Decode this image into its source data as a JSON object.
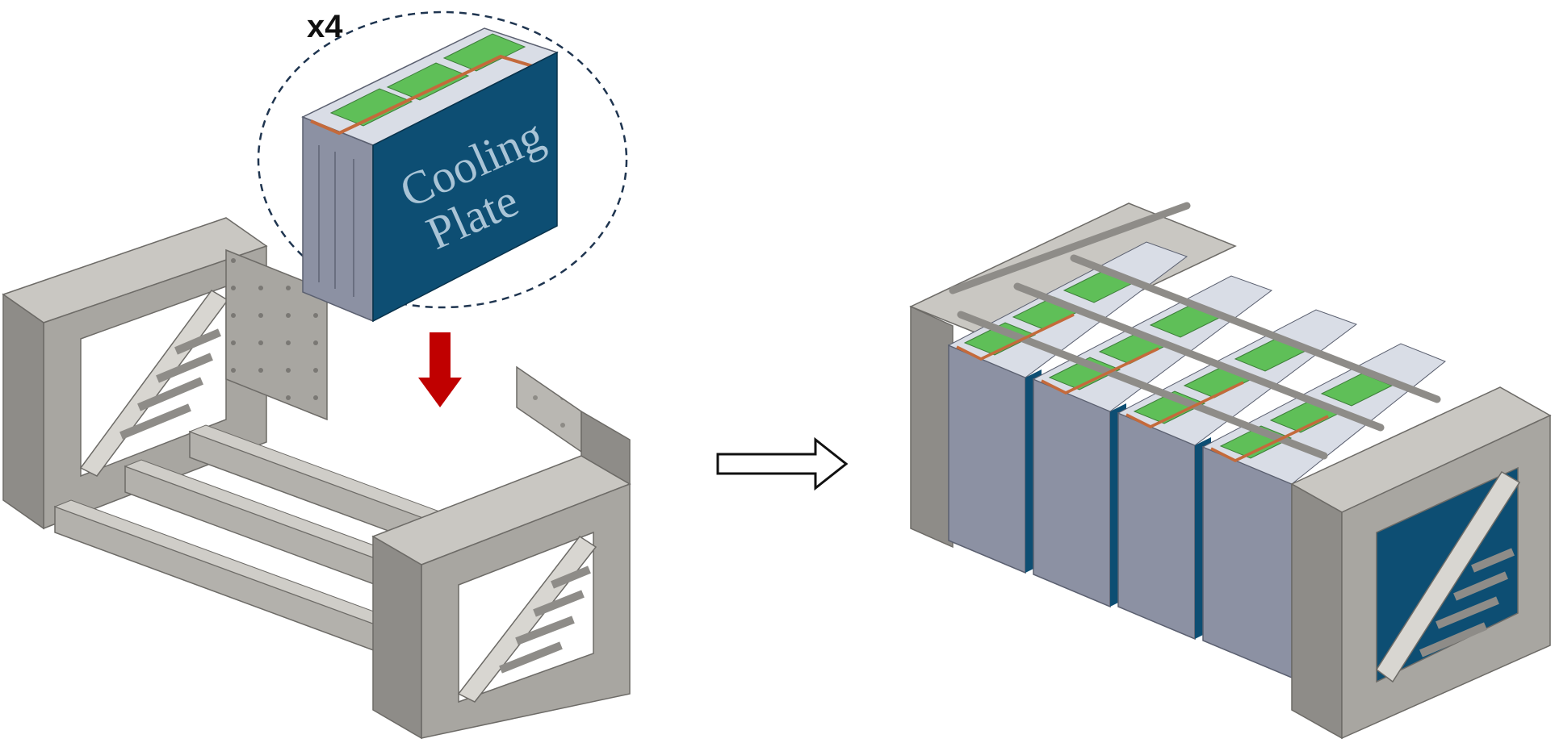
{
  "diagram": {
    "multiplier_label": "x4",
    "module_label_line1": "Cooling",
    "module_label_line2": "Plate"
  },
  "colors": {
    "frame_light": "#b9b7b2",
    "frame_mid": "#9c9a95",
    "frame_dark": "#7e7c78",
    "cell_silver": "#8c91a3",
    "cell_top": "#d9dde6",
    "pcb_green": "#5fbf58",
    "cooling_plate_blue": "#0d4e73",
    "busbar_copper": "#c46a3b",
    "drop_arrow_red": "#c00000"
  },
  "icons": [
    "down-arrow-icon",
    "right-arrow-icon"
  ]
}
